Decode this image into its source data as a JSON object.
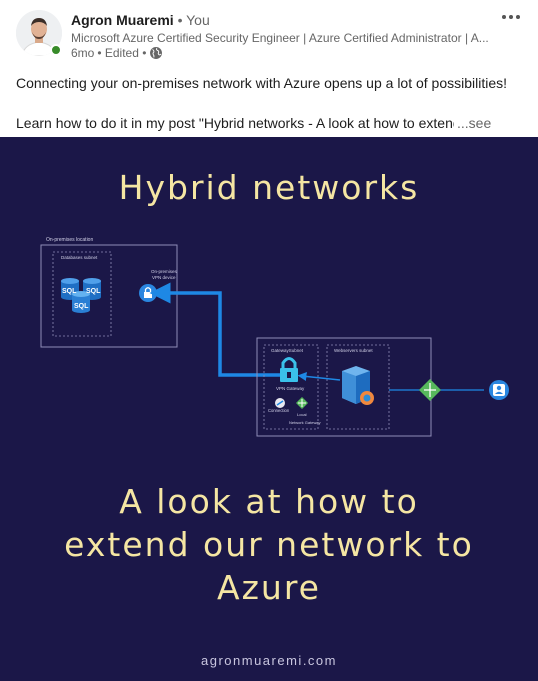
{
  "post": {
    "author_name": "Agron Muaremi",
    "relation": "• You",
    "headline": "Microsoft Azure Certified Security Engineer | Azure Certified Administrator | A...",
    "age": "6mo",
    "edited": "• Edited •",
    "text_line1": "Connecting your on-premises network with Azure opens up a lot of possibilities!",
    "text_line2": "Learn how to do it in my post \"Hybrid networks - A look at how to extend our network to Azure\"",
    "see_more": "...see more"
  },
  "image": {
    "title": "Hybrid networks",
    "subtitle_lines": [
      "A look at how to",
      "extend our network to",
      "Azure"
    ],
    "url": "agronmuaremi.com",
    "diagram": {
      "onprem_label": "On-premises location",
      "db_subnet_label": "Databases subnet",
      "sql_label": "SQL",
      "vpn_device_line1": "On-premises",
      "vpn_device_line2": "VPN device",
      "gateway_subnet_label": "GatewaySubnet",
      "web_subnet_label": "Webservers subnet",
      "vpn_gateway_label": "VPN Gateway",
      "connection_label": "Connection",
      "local_label": "Local",
      "network_gateway_label": "Network Gateway"
    }
  },
  "colors": {
    "image_bg": "#1b1748",
    "title_color": "#f5e6a3",
    "arrow_blue": "#1e88e5",
    "online": "#378b29"
  },
  "icons": {
    "more": "more-dots-icon",
    "globe": "globe-icon",
    "lock": "lock-icon"
  }
}
